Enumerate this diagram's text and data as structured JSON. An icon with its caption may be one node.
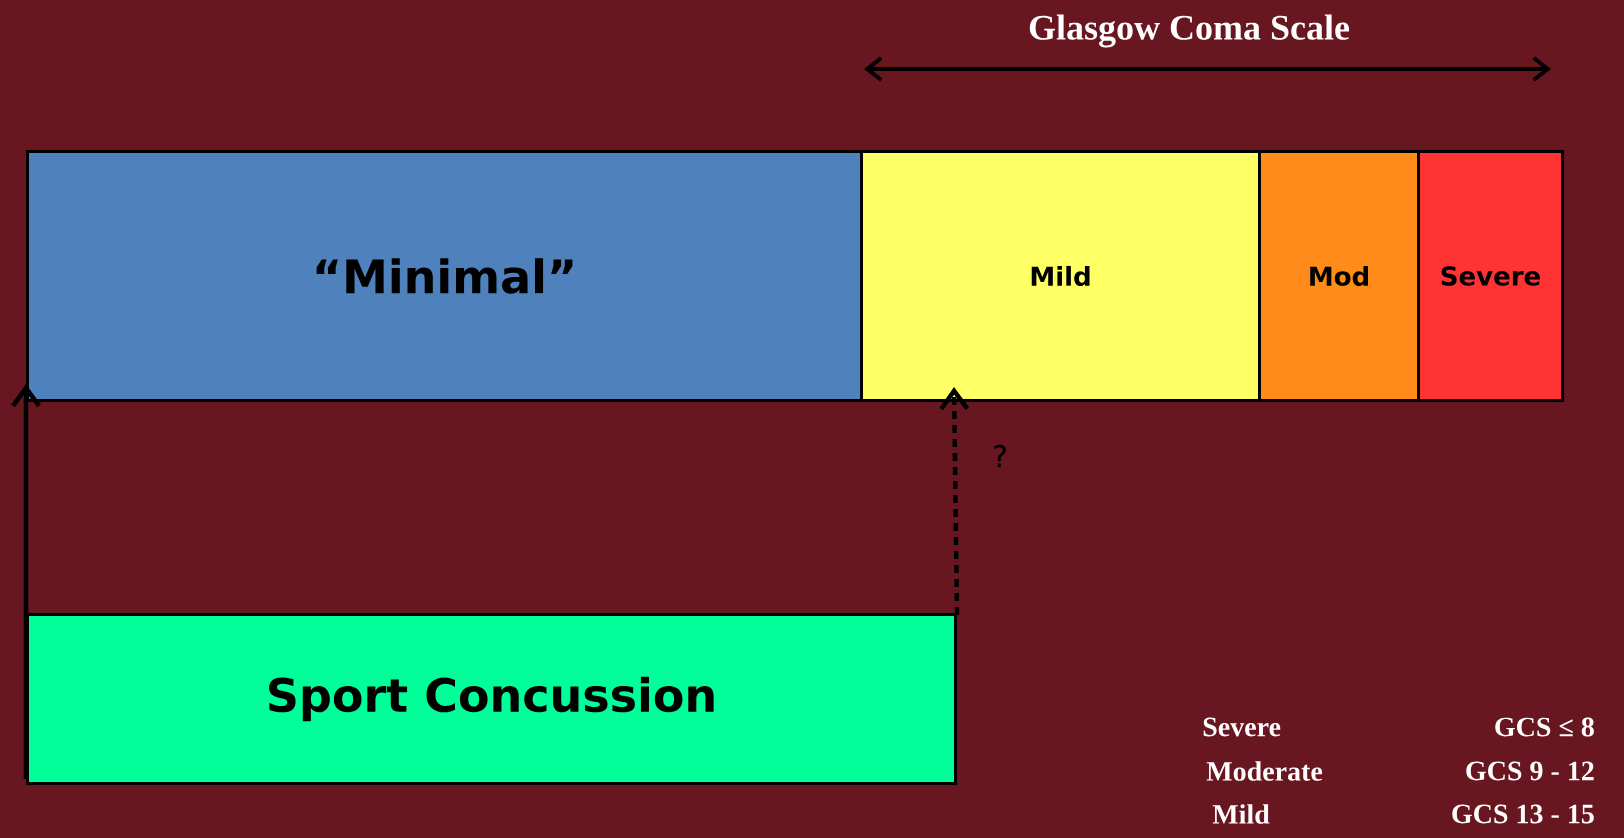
{
  "diagram": {
    "nodes": [
      {
        "text": [
          "“Minimal”"
        ]
      },
      {
        "text": [
          "Mild"
        ]
      },
      {
        "text": [
          "Mod"
        ]
      },
      {
        "text": [
          "Severe"
        ]
      },
      {
        "text": [
          "Sport Concussion"
        ]
      }
    ],
    "edges": [
      {
        "from": 4,
        "to": 0,
        "arrow": "to"
      },
      {
        "from": 4,
        "to": 1,
        "arrow": "to",
        "style": "dashed",
        "label": "?"
      }
    ],
    "labels": [
      "Glasgow Coma Scale",
      "Severe",
      "GCS ≤ 8",
      "Moderate",
      "GCS 9 - 12",
      "Mild",
      "GCS 13 - 15"
    ]
  }
}
